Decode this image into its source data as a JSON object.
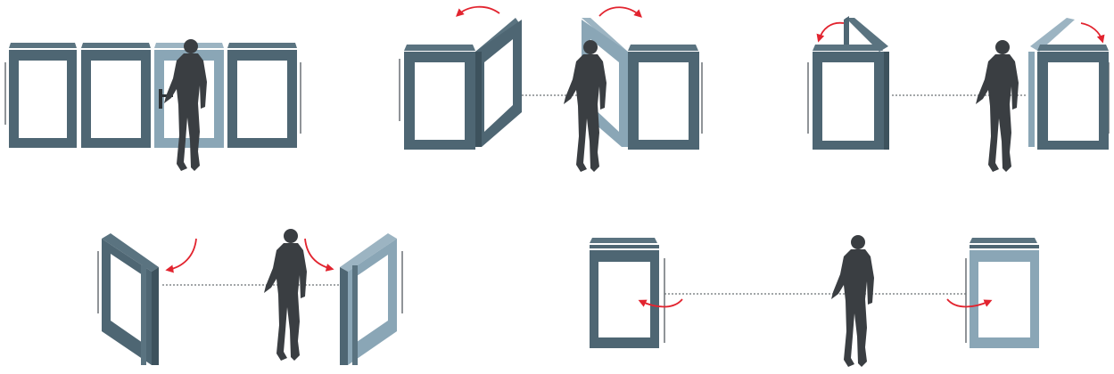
{
  "diagram": {
    "colors": {
      "panel_dark": "#4e6673",
      "panel_light": "#8aa6b6",
      "panel_light_side": "#6f8c9c",
      "person": "#3a3e42",
      "arrow": "#e2242f",
      "track": "#6b7075",
      "background": "#ffffff"
    },
    "stages": [
      {
        "id": "closed",
        "panels_visible": 4,
        "active_panel": "door"
      },
      {
        "id": "opening-inward",
        "panels_visible": 4,
        "active_panel": "door"
      },
      {
        "id": "folding",
        "panels_visible": 4,
        "active_panel": "door"
      },
      {
        "id": "folding-further",
        "panels_visible": 4,
        "active_panel": "door"
      },
      {
        "id": "stacked-open",
        "panels_visible": 4,
        "active_panel": "door"
      }
    ]
  }
}
